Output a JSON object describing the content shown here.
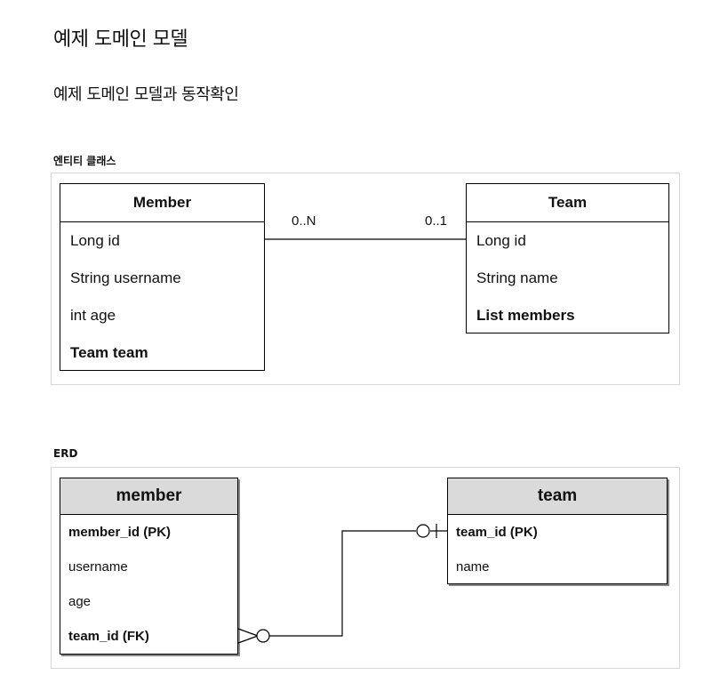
{
  "page": {
    "title": "예제 도메인 모델",
    "subtitle": "예제 도메인 모델과 동작확인"
  },
  "class_diagram": {
    "heading": "엔티티 클래스",
    "member": {
      "title": "Member",
      "fields": [
        "Long id",
        "String username",
        "int age",
        "Team team"
      ]
    },
    "team": {
      "title": "Team",
      "fields": [
        "Long id",
        "String name",
        "List members"
      ]
    },
    "multiplicity_member_side": "0..N",
    "multiplicity_team_side": "0..1"
  },
  "erd": {
    "heading": "ERD",
    "member": {
      "title": "member",
      "columns": [
        "member_id (PK)",
        "username",
        "age",
        "team_id (FK)"
      ]
    },
    "team": {
      "title": "team",
      "columns": [
        "team_id (PK)",
        "name"
      ]
    }
  }
}
